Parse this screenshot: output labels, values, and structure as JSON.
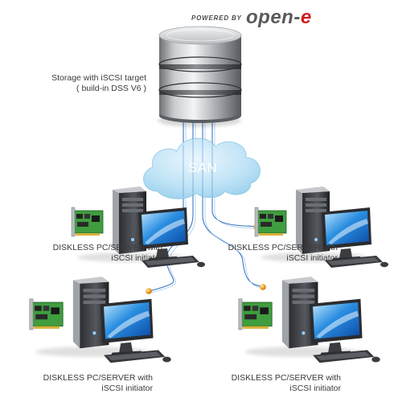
{
  "branding": {
    "powered_by": "POWERED BY",
    "name_main": "open-",
    "name_accent": "e",
    "accent_color": "#d01c1c"
  },
  "storage": {
    "label_line1": "Storage with iSCSI target",
    "label_line2": "( build-in DSS V6 )",
    "icon": "database-cylinder-icon"
  },
  "network": {
    "label": "SAN",
    "icon": "cloud-icon",
    "cable_color": "#3a78c4"
  },
  "clients": [
    {
      "line1": "DISKLESS PC/SERVER with",
      "line2": "iSCSI initiator"
    },
    {
      "line1": "DISKLESS PC/SERVER with",
      "line2": "iSCSI initiator"
    },
    {
      "line1": "DISKLESS PC/SERVER with",
      "line2": "iSCSI initiator"
    },
    {
      "line1": "DISKLESS PC/SERVER with",
      "line2": "iSCSI initiator"
    }
  ]
}
